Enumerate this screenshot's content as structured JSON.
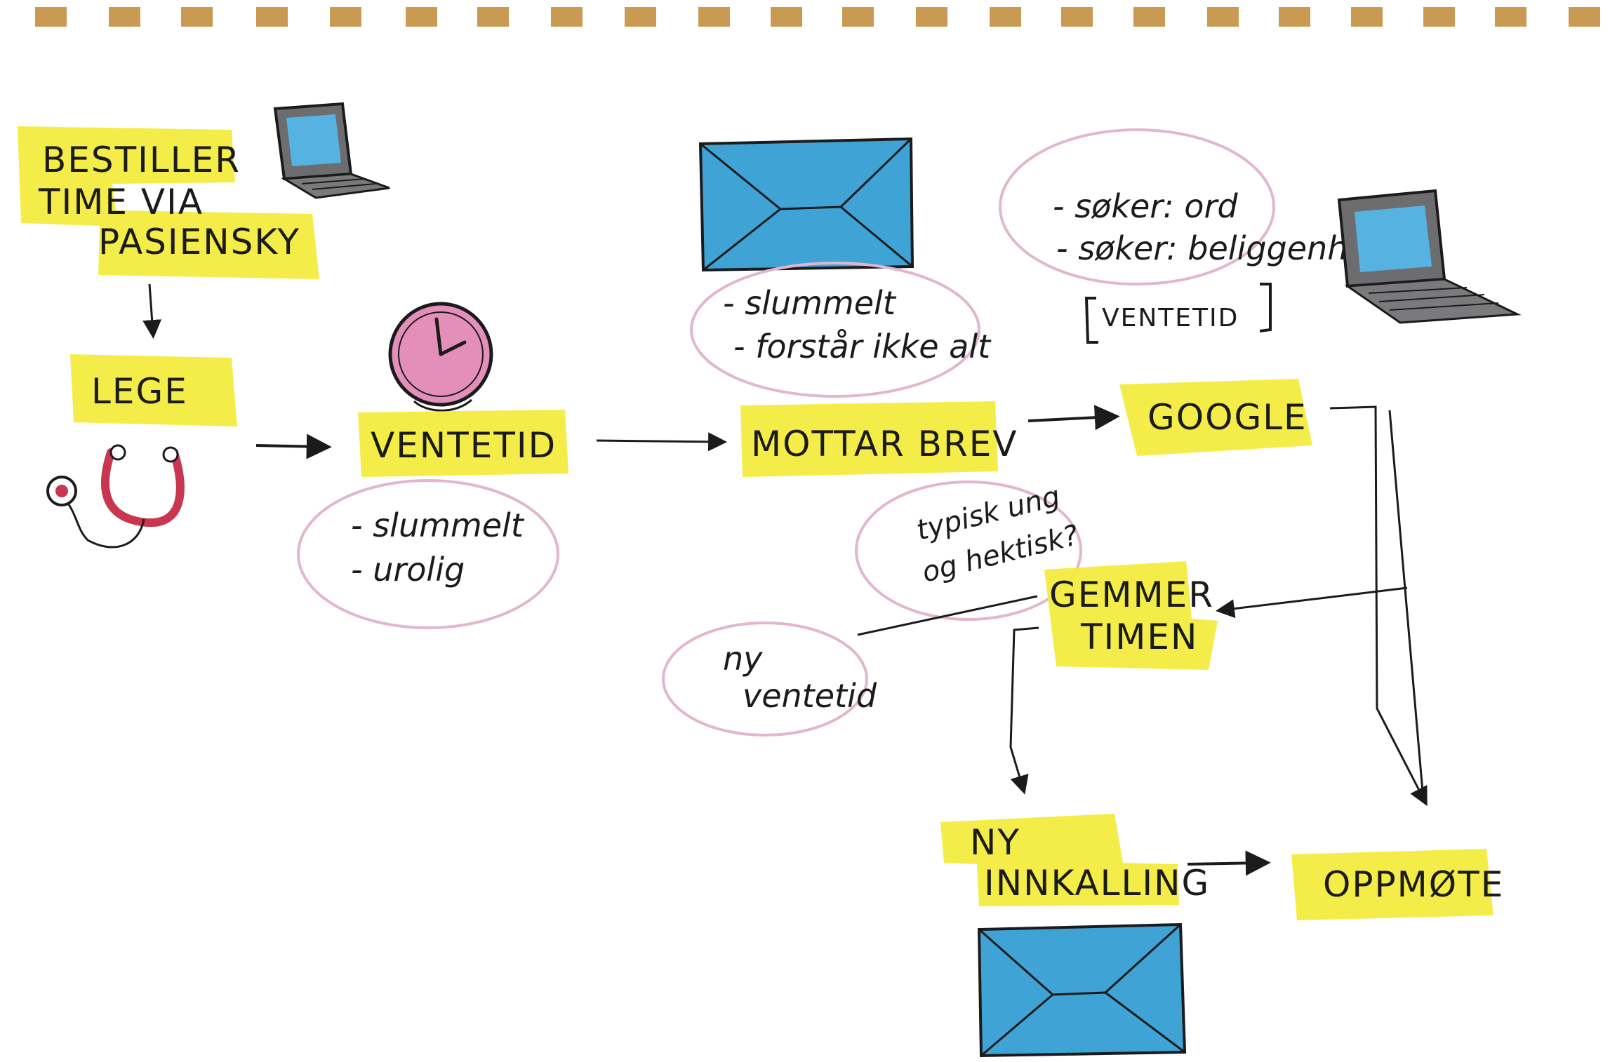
{
  "colors": {
    "highlight": "#f3ec3a",
    "envelope": "#3fa3d6",
    "screen": "#56b2e0",
    "laptop_body": "#6d6d70",
    "clock": "#e48fb9",
    "stethoscope": "#c8374f",
    "note_circle": "#e2b6cf",
    "ink": "#1b1b1b",
    "binder_wood": "#c89a52"
  },
  "nodes": {
    "bestiller": {
      "lines": [
        "BESTILLER",
        "TIME VIA",
        "PASIENSKY"
      ]
    },
    "lege": {
      "label": "LEGE"
    },
    "ventetid": {
      "label": "VENTETID"
    },
    "mottar_brev": {
      "label": "MOTTAR BREV"
    },
    "google": {
      "label": "GOOGLE"
    },
    "gemmer_timen": {
      "lines": [
        "GEMMER",
        "TIMEN"
      ]
    },
    "ny_innkalling": {
      "lines": [
        "NY",
        "INNKALLING"
      ]
    },
    "oppmote": {
      "label": "OPPMØTE"
    }
  },
  "notes": {
    "ventetid_notes": [
      "- slummelt",
      "- urolig"
    ],
    "brev_notes": [
      "- slummelt",
      "- forstår ikke alt"
    ],
    "google_notes": [
      "- søker: ord",
      "- søker: beliggenhet"
    ],
    "google_bracket": "VENTETID",
    "gemmer_note": [
      "typisk ung",
      "og hektisk?"
    ],
    "ny_ventetid": [
      "ny",
      "ventetid"
    ]
  },
  "icons": {
    "laptop_top": "laptop-icon",
    "laptop_right": "laptop-icon",
    "stethoscope": "stethoscope-icon",
    "clock": "clock-icon",
    "envelope_top": "envelope-icon",
    "envelope_bottom": "envelope-icon"
  }
}
